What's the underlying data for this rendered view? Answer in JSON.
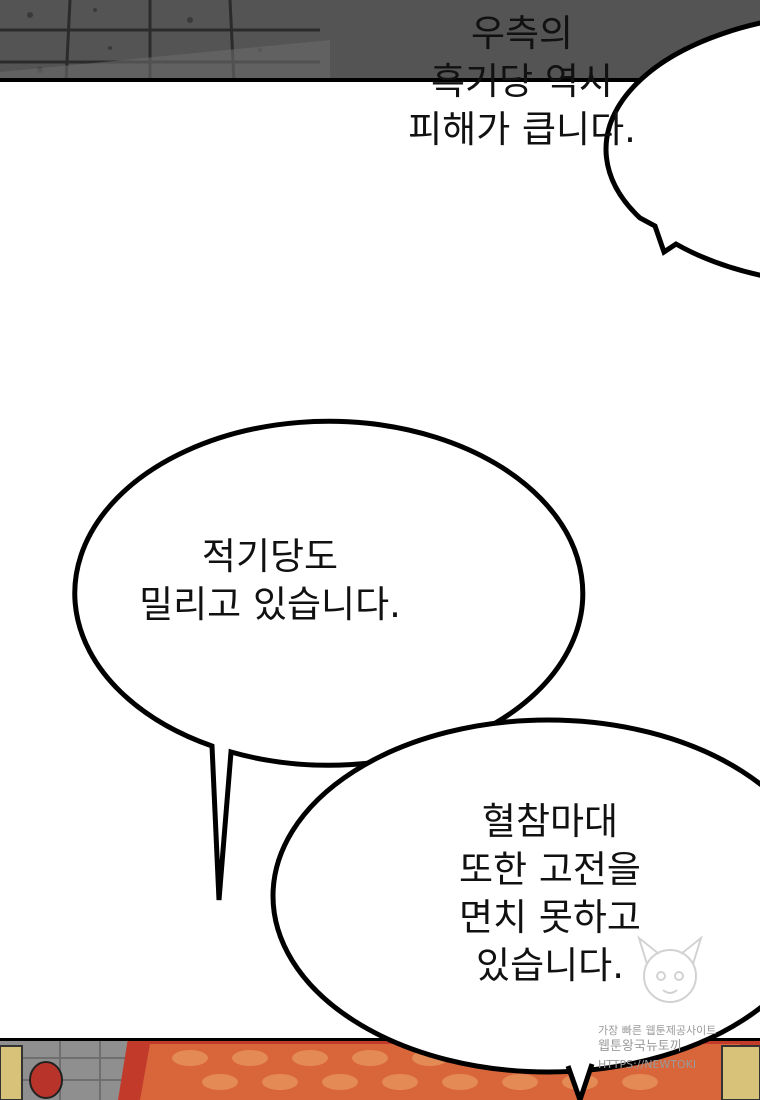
{
  "bubbles": [
    {
      "id": "bubble-1",
      "lines": [
        "우측의",
        "흑기당 역시",
        "피해가 큽니다."
      ]
    },
    {
      "id": "bubble-2",
      "lines": [
        "적기당도",
        "밀리고 있습니다."
      ]
    },
    {
      "id": "bubble-3",
      "lines": [
        "혈참마대",
        "또한 고전을",
        "면치 못하고",
        "있습니다."
      ]
    }
  ],
  "watermark": {
    "lines": [
      "가장 빠른 웹툰제공사이트",
      "웹툰왕국뉴토끼",
      "HTTPS://NEWTOKI"
    ]
  },
  "colors": {
    "ink": "#111111",
    "bubble_fill": "#ffffff",
    "bubble_stroke": "#000000",
    "floor_red": "#c23b2a",
    "floor_orange": "#d9663a",
    "floor_gray": "#8f8f8f"
  }
}
